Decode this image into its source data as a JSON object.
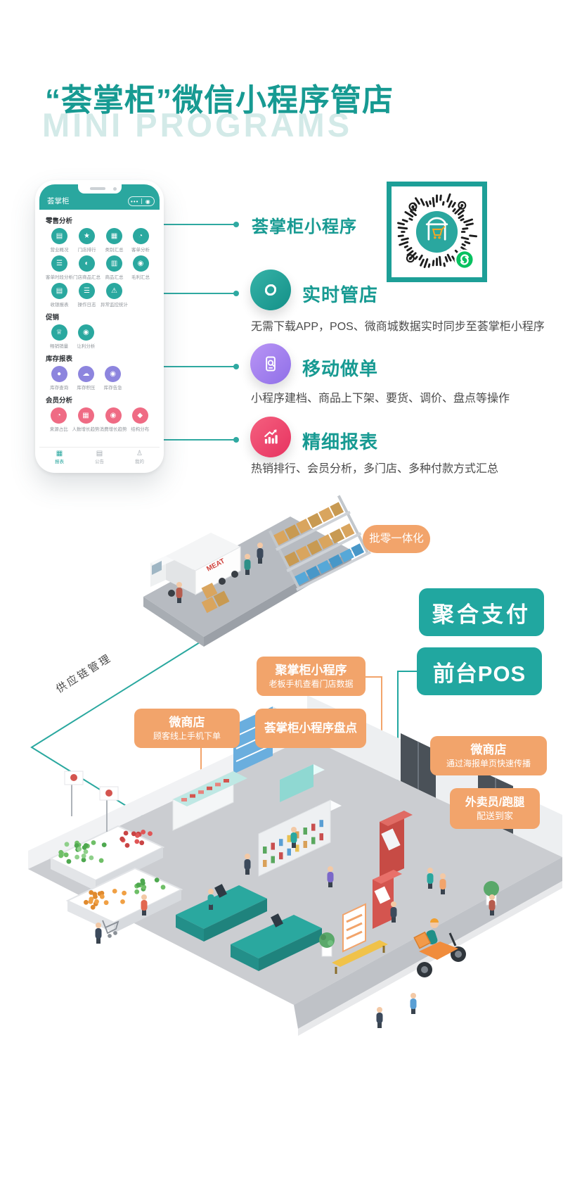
{
  "header": {
    "title": "“荟掌柜”微信小程序管店",
    "watermark": "MINI PROGRAMS"
  },
  "colors": {
    "accent_teal": "#179a92",
    "box_teal": "#21a7a0",
    "label_orange": "#f2a46b",
    "wechat_green": "#07c160",
    "purple": "#8f6fe8",
    "pink": "#e73360"
  },
  "phone": {
    "app_title": "荟掌柜",
    "capsule_dots": "•••",
    "capsule_circle": "◉",
    "sections": [
      {
        "header": "零售分析",
        "color": "#2aa89f",
        "items": [
          {
            "label": "营业概况",
            "icon": "business-overview-icon",
            "glyph": "▤"
          },
          {
            "label": "门店排行",
            "icon": "store-ranking-icon",
            "glyph": "★"
          },
          {
            "label": "类别汇总",
            "icon": "category-summary-icon",
            "glyph": "▦"
          },
          {
            "label": "客单分析",
            "icon": "ticket-analysis-icon",
            "glyph": "◔"
          },
          {
            "label": "客单时段分析",
            "icon": "time-slot-icon",
            "glyph": "☰"
          },
          {
            "label": "门店商品汇总",
            "icon": "store-goods-icon",
            "glyph": "◐"
          },
          {
            "label": "商品汇总",
            "icon": "goods-summary-icon",
            "glyph": "▥"
          },
          {
            "label": "毛利汇总",
            "icon": "profit-summary-icon",
            "glyph": "◉"
          },
          {
            "label": "收银报表",
            "icon": "cashier-report-icon",
            "glyph": "▤"
          },
          {
            "label": "操作日志",
            "icon": "operation-log-icon",
            "glyph": "☰"
          },
          {
            "label": "异常监控统计",
            "icon": "monitor-stats-icon",
            "glyph": "⚠"
          }
        ]
      },
      {
        "header": "促销",
        "color": "#2aa89f",
        "items": [
          {
            "label": "畅销销量",
            "icon": "bestseller-crown-icon",
            "glyph": "♕"
          },
          {
            "label": "让利分析",
            "icon": "discount-analysis-icon",
            "glyph": "◉"
          }
        ]
      },
      {
        "header": "库存报表",
        "color": "#8d85de",
        "items": [
          {
            "label": "库存查询",
            "icon": "stock-query-icon",
            "glyph": "●"
          },
          {
            "label": "库存积压",
            "icon": "overstock-icon",
            "glyph": "☁"
          },
          {
            "label": "库存告急",
            "icon": "stock-alert-icon",
            "glyph": "◉"
          }
        ]
      },
      {
        "header": "会员分析",
        "color": "#ef6b84",
        "items": [
          {
            "label": "来源占比",
            "icon": "source-pie-icon",
            "glyph": "◔"
          },
          {
            "label": "人数增长趋势",
            "icon": "member-growth-icon",
            "glyph": "▦"
          },
          {
            "label": "消费增长趋势",
            "icon": "spend-growth-icon",
            "glyph": "◉"
          },
          {
            "label": "结构分布",
            "icon": "structure-share-icon",
            "glyph": "◆"
          }
        ]
      }
    ],
    "tabbar": [
      {
        "label": "报表",
        "name": "tab-reports",
        "icon": "chart-tab-icon",
        "glyph": "▦",
        "active": true
      },
      {
        "label": "公告",
        "name": "tab-notice",
        "icon": "notice-tab-icon",
        "glyph": "▤",
        "active": false
      },
      {
        "label": "我的",
        "name": "tab-profile",
        "icon": "profile-tab-icon",
        "glyph": "♙",
        "active": false
      }
    ]
  },
  "features": {
    "qr_label": "荟掌柜小程序",
    "items": [
      {
        "title": "实时管店",
        "desc": "无需下载APP，POS、微商城数据实时同步至荟掌柜小程序",
        "icon": "miniprogram-icon"
      },
      {
        "title": "移动做单",
        "desc": "小程序建档、商品上下架、要货、调价、盘点等操作",
        "icon": "phone-search-icon"
      },
      {
        "title": "精细报表",
        "desc": "热销排行、会员分析，多门店、多种付款方式汇总",
        "icon": "chart-arrow-icon"
      }
    ]
  },
  "diagram": {
    "supply_chain": "供应链管理",
    "wholesale_retail": "批零一体化",
    "pay_box": "聚合支付",
    "pos_box": "前台POS",
    "truck_label": "MEAT",
    "boss_box": {
      "title": "聚掌柜小程序",
      "sub": "老板手机查看门店数据"
    },
    "weishop_order_box": {
      "title": "微商店",
      "sub": "顾客线上手机下单"
    },
    "inventory_box": "荟掌柜小程序盘点",
    "weishop_poster_box": {
      "title": "微商店",
      "sub": "通过海报单页快速传播"
    },
    "delivery_box": {
      "title": "外卖员/跑腿",
      "sub": "配送到家"
    }
  }
}
